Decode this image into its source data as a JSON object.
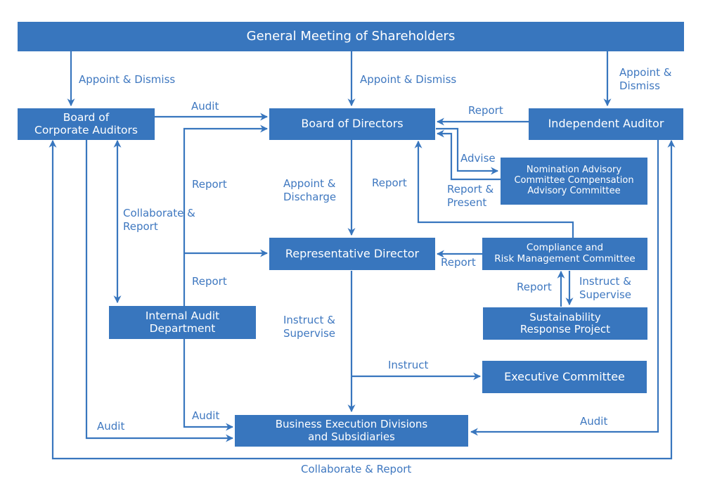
{
  "colors": {
    "box_fill": "#3876be",
    "line": "#3876be",
    "label_text": "#3f78c0",
    "box_text": "#ffffff"
  },
  "boxes": {
    "shareholders": "General Meeting of Shareholders",
    "corporate_auditors": "Board of\nCorporate Auditors",
    "board_of_directors": "Board of Directors",
    "independent_auditor": "Independent Auditor",
    "nomination_committee": "Nomination Advisory\nCommittee Compensation\nAdvisory Committee",
    "representative_director": "Representative Director",
    "compliance_committee": "Compliance and\nRisk Management Committee",
    "internal_audit": "Internal Audit\nDepartment",
    "sustainability_project": "Sustainability\nResponse Project",
    "executive_committee": "Executive Committee",
    "business_divisions": "Business Execution Divisions\nand Subsidiaries"
  },
  "labels": {
    "appoint_dismiss_auditors": "Appoint & Dismiss",
    "appoint_dismiss_directors": "Appoint & Dismiss",
    "appoint_dismiss_independent": "Appoint &\nDismiss",
    "audit_auditors_to_board": "Audit",
    "report_independent_to_board": "Report",
    "advise": "Advise",
    "report_present": "Report &\nPresent",
    "report_internal_to_board": "Report",
    "appoint_discharge": "Appoint &\nDischarge",
    "report_compliance_to_board": "Report",
    "collaborate_report_left": "Collaborate &\nReport",
    "report_compliance_to_rep": "Report",
    "report_internal_to_rep": "Report",
    "report_sustainability": "Report",
    "instruct_supervise_compliance": "Instruct &\nSupervise",
    "instruct_supervise_rep": "Instruct &\nSupervise",
    "instruct_exec": "Instruct",
    "audit_internal": "Audit",
    "audit_auditors": "Audit",
    "audit_independent": "Audit",
    "collaborate_report_bottom": "Collaborate & Report"
  }
}
